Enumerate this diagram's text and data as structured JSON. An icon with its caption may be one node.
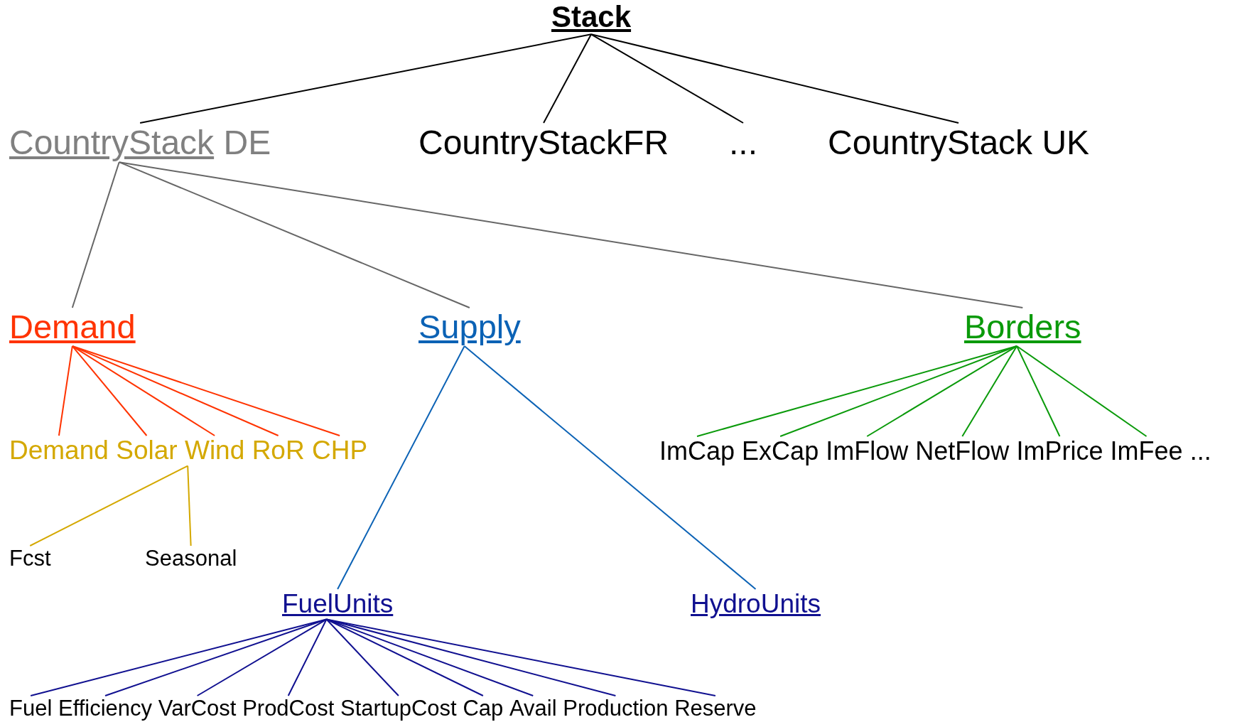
{
  "diagram": {
    "nodes": [
      {
        "text": [
          "Stack"
        ]
      },
      {
        "text": [
          "CountryStack",
          "DE"
        ]
      },
      {
        "text": [
          "CountryStackFR"
        ]
      },
      {
        "text": [
          "..."
        ]
      },
      {
        "text": [
          "CountryStack UK"
        ]
      },
      {
        "text": [
          "Demand"
        ]
      },
      {
        "text": [
          "Supply"
        ]
      },
      {
        "text": [
          "Borders"
        ]
      },
      {
        "text": [
          "Demand"
        ]
      },
      {
        "text": [
          "Solar"
        ]
      },
      {
        "text": [
          "Wind"
        ]
      },
      {
        "text": [
          "RoR"
        ]
      },
      {
        "text": [
          "CHP"
        ]
      },
      {
        "text": [
          "Fcst"
        ]
      },
      {
        "text": [
          "Seasonal"
        ]
      },
      {
        "text": [
          "ImCap"
        ]
      },
      {
        "text": [
          "ExCap"
        ]
      },
      {
        "text": [
          "ImFlow"
        ]
      },
      {
        "text": [
          "NetFlow"
        ]
      },
      {
        "text": [
          "ImPrice"
        ]
      },
      {
        "text": [
          "ImFee"
        ]
      },
      {
        "text": [
          "FuelUnits"
        ]
      },
      {
        "text": [
          "HydroUnits"
        ]
      },
      {
        "text": [
          "Fuel"
        ]
      },
      {
        "text": [
          "Efficiency"
        ]
      },
      {
        "text": [
          "VarCost"
        ]
      },
      {
        "text": [
          "ProdCost"
        ]
      },
      {
        "text": [
          "StartupCost"
        ]
      },
      {
        "text": [
          "Cap"
        ]
      },
      {
        "text": [
          "Avail"
        ]
      },
      {
        "text": [
          "Production"
        ]
      },
      {
        "text": [
          "Reserve"
        ]
      }
    ],
    "edges": [
      {
        "from": 0,
        "to": 1,
        "arrow": "none",
        "color": "#000000"
      },
      {
        "from": 0,
        "to": 2,
        "arrow": "none",
        "color": "#000000"
      },
      {
        "from": 0,
        "to": 3,
        "arrow": "none",
        "color": "#000000"
      },
      {
        "from": 0,
        "to": 4,
        "arrow": "none",
        "color": "#000000"
      },
      {
        "from": 1,
        "to": 5,
        "arrow": "none",
        "color": "#666666"
      },
      {
        "from": 1,
        "to": 6,
        "arrow": "none",
        "color": "#666666"
      },
      {
        "from": 1,
        "to": 7,
        "arrow": "none",
        "color": "#666666"
      },
      {
        "from": 5,
        "to": 8,
        "arrow": "none",
        "color": "#ff3300"
      },
      {
        "from": 5,
        "to": 9,
        "arrow": "none",
        "color": "#ff3300"
      },
      {
        "from": 5,
        "to": 10,
        "arrow": "none",
        "color": "#ff3300"
      },
      {
        "from": 5,
        "to": 11,
        "arrow": "none",
        "color": "#ff3300"
      },
      {
        "from": 5,
        "to": 12,
        "arrow": "none",
        "color": "#ff3300"
      },
      {
        "from": 10,
        "to": 13,
        "arrow": "none",
        "color": "#d4a800"
      },
      {
        "from": 10,
        "to": 14,
        "arrow": "none",
        "color": "#d4a800"
      },
      {
        "from": 7,
        "to": 15,
        "arrow": "none",
        "color": "#0a9a0a"
      },
      {
        "from": 7,
        "to": 16,
        "arrow": "none",
        "color": "#0a9a0a"
      },
      {
        "from": 7,
        "to": 17,
        "arrow": "none",
        "color": "#0a9a0a"
      },
      {
        "from": 7,
        "to": 18,
        "arrow": "none",
        "color": "#0a9a0a"
      },
      {
        "from": 7,
        "to": 19,
        "arrow": "none",
        "color": "#0a9a0a"
      },
      {
        "from": 7,
        "to": 20,
        "arrow": "none",
        "color": "#0a9a0a"
      },
      {
        "from": 6,
        "to": 21,
        "arrow": "none",
        "color": "#0b62b5"
      },
      {
        "from": 6,
        "to": 22,
        "arrow": "none",
        "color": "#0b62b5"
      },
      {
        "from": 21,
        "to": 23,
        "arrow": "none"
      },
      {
        "from": 21,
        "to": 24,
        "arrow": "none"
      },
      {
        "from": 21,
        "to": 25,
        "arrow": "none"
      },
      {
        "from": 21,
        "to": 26,
        "arrow": "none"
      },
      {
        "from": 21,
        "to": 27,
        "arrow": "none"
      },
      {
        "from": 21,
        "to": 28,
        "arrow": "none"
      },
      {
        "from": 21,
        "to": 29,
        "arrow": "none"
      },
      {
        "from": 21,
        "to": 30,
        "arrow": "none"
      },
      {
        "from": 21,
        "to": 31,
        "arrow": "none"
      }
    ],
    "labels": [
      "..."
    ]
  }
}
